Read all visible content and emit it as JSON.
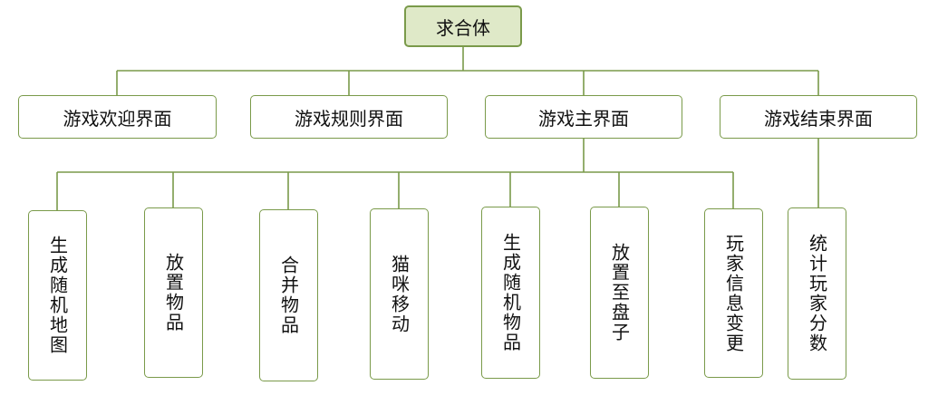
{
  "root": {
    "label": "求合体"
  },
  "level1": [
    {
      "label": "游戏欢迎界面"
    },
    {
      "label": "游戏规则界面"
    },
    {
      "label": "游戏主界面"
    },
    {
      "label": "游戏结束界面"
    }
  ],
  "level2": [
    {
      "label": "生成随机地图"
    },
    {
      "label": "放置物品"
    },
    {
      "label": "合并物品"
    },
    {
      "label": "猫咪移动"
    },
    {
      "label": "生成随机物品"
    },
    {
      "label": "放置至盘子"
    },
    {
      "label": "玩家信息变更"
    },
    {
      "label": "统计玩家分数"
    }
  ],
  "colors": {
    "line": "#7a9a4a",
    "border": "#7a9a4a",
    "root_fill": "#dfe9c8"
  }
}
